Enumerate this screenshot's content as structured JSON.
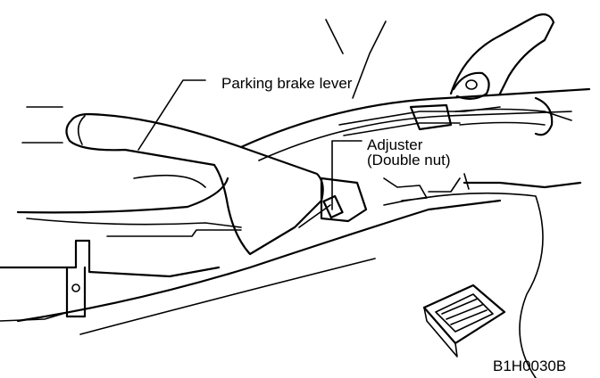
{
  "labels": {
    "lever": "Parking brake lever",
    "adjuster": "Adjuster",
    "adjuster_sub": "(Double nut)",
    "figure_code": "B1H0030B"
  }
}
